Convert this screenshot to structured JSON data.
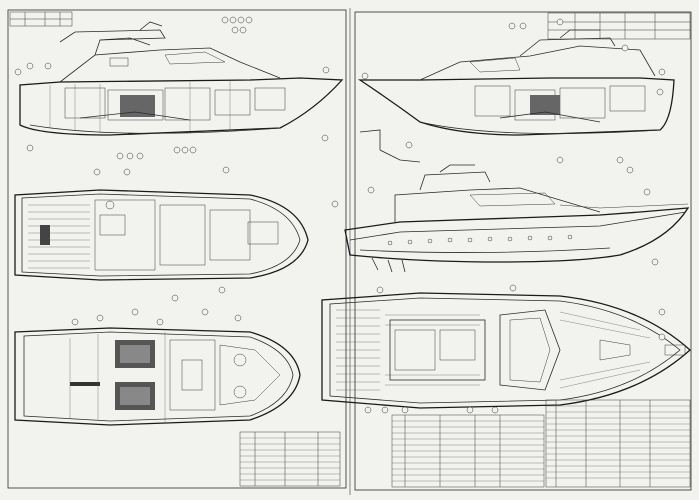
{
  "drawing": {
    "sheets": [
      "left-sheet",
      "right-sheet"
    ],
    "views": [
      "left-profile-section",
      "left-deck-plan",
      "left-lower-deck-plan",
      "right-profile-section",
      "right-exterior-profile",
      "right-top-plan"
    ],
    "colors": {
      "paper": "#f2f2ef",
      "ink": "#2a2a2a"
    },
    "title_block_text": ""
  }
}
